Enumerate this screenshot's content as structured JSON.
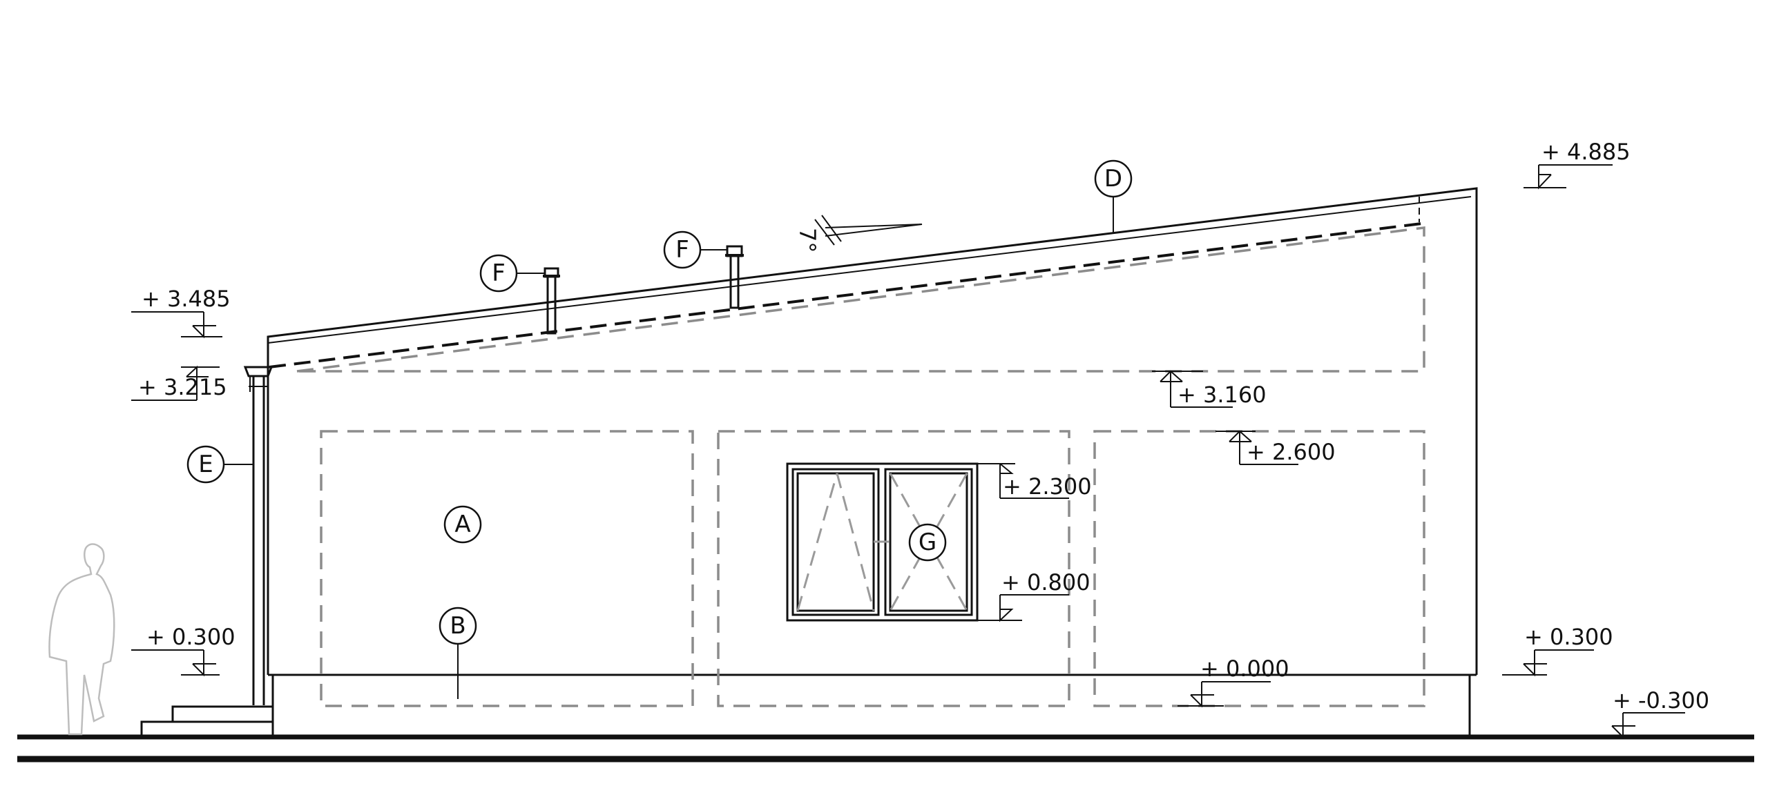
{
  "levels": {
    "roof_top_right": "+ 4.885",
    "roof_low_left": "+ 3.485",
    "gutter_left": "+ 3.215",
    "ceiling": "+ 3.160",
    "panel_top": "+ 2.600",
    "window_top": "+ 2.300",
    "window_sill": "+ 0.800",
    "plinth_left": "+ 0.300",
    "plinth_right": "+ 0.300",
    "floor": "+ 0.000",
    "terrain": "+ -0.300"
  },
  "slope_label": "7°",
  "markers": {
    "a": "A",
    "b": "B",
    "d": "D",
    "e": "E",
    "f1": "F",
    "f2": "F",
    "g": "G"
  }
}
